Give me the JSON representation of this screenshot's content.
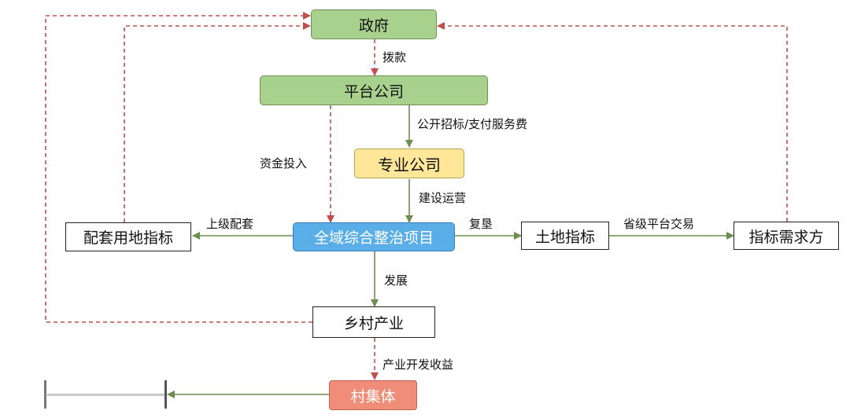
{
  "nodes": {
    "gov": "政府",
    "platform": "平台公司",
    "specialist": "专业公司",
    "project": "全域综合整治项目",
    "land_index": "土地指标",
    "demand": "指标需求方",
    "support_land": "配套用地指标",
    "rural_industry": "乡村产业",
    "village": "村集体"
  },
  "edge_labels": {
    "allocate": "拨款",
    "tender": "公开招标/支付服务费",
    "fund_input": "资金投入",
    "build_operate": "建设运营",
    "upper_support": "上级配套",
    "reclaim": "复垦",
    "provincial_trade": "省级平台交易",
    "develop": "发展",
    "industry_revenue": "产业开发收益"
  },
  "colors": {
    "green_line": "#6b8e4e",
    "red_dashed": "#c0504d"
  }
}
